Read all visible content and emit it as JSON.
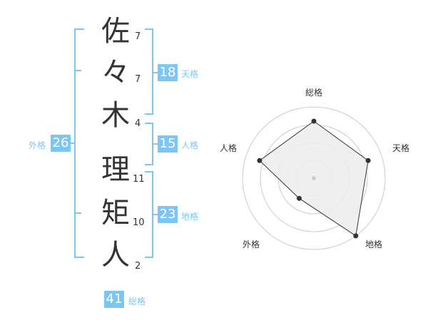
{
  "name": {
    "characters": [
      {
        "char": "佐",
        "strokes": "7"
      },
      {
        "char": "々",
        "strokes": "7"
      },
      {
        "char": "木",
        "strokes": "4"
      },
      {
        "char": "理",
        "strokes": "11"
      },
      {
        "char": "矩",
        "strokes": "10"
      },
      {
        "char": "人",
        "strokes": "2"
      }
    ]
  },
  "kakusu": {
    "tenkaku": {
      "value": "18",
      "label": "天格"
    },
    "jinkaku": {
      "value": "15",
      "label": "人格"
    },
    "chikaku": {
      "value": "23",
      "label": "地格"
    },
    "gaikaku": {
      "value": "26",
      "label": "外格"
    },
    "soukaku": {
      "value": "41",
      "label": "総格"
    }
  },
  "radar": {
    "axes": [
      "総格",
      "天格",
      "地格",
      "外格",
      "人格"
    ],
    "values": [
      0.8,
      0.8,
      1.0,
      0.35,
      0.8
    ],
    "rings": 4,
    "colors": {
      "fill": "#ececec",
      "stroke": "#333333",
      "ring": "#cccccc",
      "dot": "#333333",
      "center": "#cccccc"
    }
  },
  "colors": {
    "accent": "#7cc6f4"
  }
}
